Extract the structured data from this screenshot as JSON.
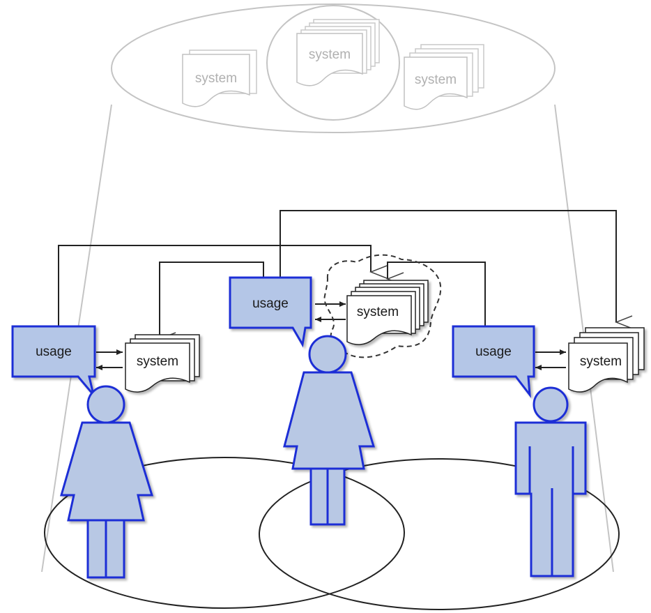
{
  "top_group": {
    "systems": [
      {
        "label": "system"
      },
      {
        "label": "system"
      },
      {
        "label": "system"
      }
    ]
  },
  "users": [
    {
      "usage_label": "usage",
      "system_label": "system",
      "figure": "female"
    },
    {
      "usage_label": "usage",
      "system_label": "system",
      "figure": "female"
    },
    {
      "usage_label": "usage",
      "system_label": "system",
      "figure": "male"
    }
  ],
  "colors": {
    "usage_fill": "#b4c6e7",
    "usage_border": "#1f2fd6",
    "person_fill": "#b8c8e4",
    "person_stroke": "#1f2fd6",
    "faint_line": "#bdbdbd",
    "dark_line": "#222222"
  }
}
